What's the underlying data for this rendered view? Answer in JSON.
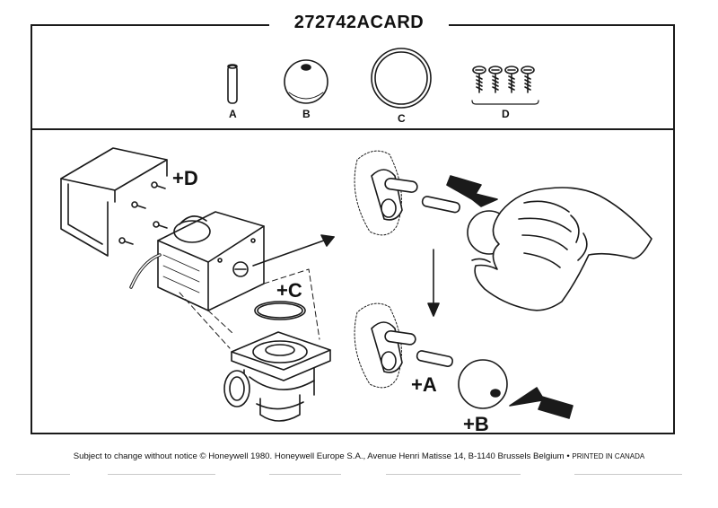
{
  "card": {
    "title": "272742ACARD"
  },
  "parts": [
    {
      "letter": "A"
    },
    {
      "letter": "B"
    },
    {
      "letter": "C"
    },
    {
      "letter": "D"
    }
  ],
  "steps": {
    "screws": "+D",
    "o_ring": "+C",
    "pin": "+A",
    "knob": "+B"
  },
  "footer": {
    "text": "Subject to change without notice © Honeywell 1980. Honeywell Europe S.A., Avenue Henri Matisse 14, B-1140 Brussels Belgium",
    "separator": " • ",
    "printed": "PRINTED IN CANADA"
  }
}
